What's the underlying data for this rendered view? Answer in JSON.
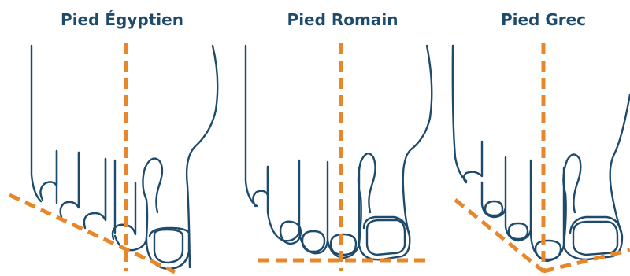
{
  "panels": [
    {
      "id": "egyptian",
      "title": "Pied Égyptien"
    },
    {
      "id": "roman",
      "title": "Pied Romain"
    },
    {
      "id": "greek",
      "title": "Pied Grec"
    }
  ],
  "colors": {
    "outline": "#1e4a6b",
    "guide_line": "#e8862a",
    "title": "#1e4a6b",
    "background": "#ffffff"
  }
}
